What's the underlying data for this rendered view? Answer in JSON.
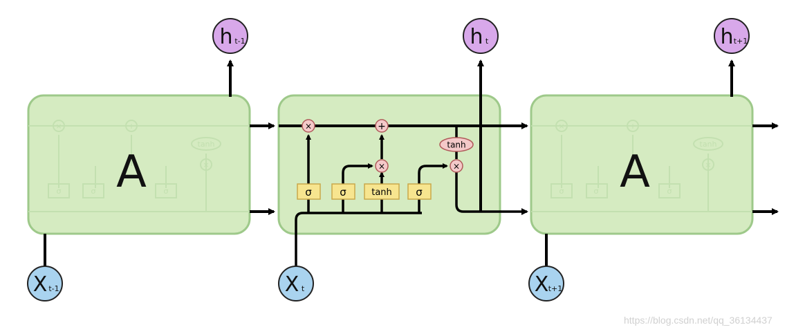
{
  "cells": [
    {
      "label": "A"
    },
    {
      "label": "A"
    }
  ],
  "faded_ops": [
    "×",
    "+",
    "tanh",
    "×",
    "σ",
    "σ",
    "σ"
  ],
  "center_cell": {
    "gates": [
      "σ",
      "σ",
      "tanh",
      "σ"
    ],
    "forget_op": "×",
    "add_op": "+",
    "input_op": "×",
    "output_tanh": "tanh",
    "output_op": "×"
  },
  "outputs": [
    {
      "base": "h",
      "sub": "t-1"
    },
    {
      "base": "h",
      "sub": "t"
    },
    {
      "base": "h",
      "sub": "t+1"
    }
  ],
  "inputs": [
    {
      "base": "X",
      "sub": "t-1"
    },
    {
      "base": "X",
      "sub": "t"
    },
    {
      "base": "X",
      "sub": "t+1"
    }
  ],
  "colors": {
    "cell_fill": "#d5ebc1",
    "cell_stroke": "#9ec98a",
    "gate_fill": "#f7e58f",
    "gate_stroke": "#c9a84a",
    "op_fill": "#f4c9c9",
    "op_stroke": "#b05a5a",
    "output_circle": "#d8a8ea",
    "input_circle": "#a9d3ef",
    "line": "#000000"
  },
  "watermark": "https://blog.csdn.net/qq_36134437"
}
